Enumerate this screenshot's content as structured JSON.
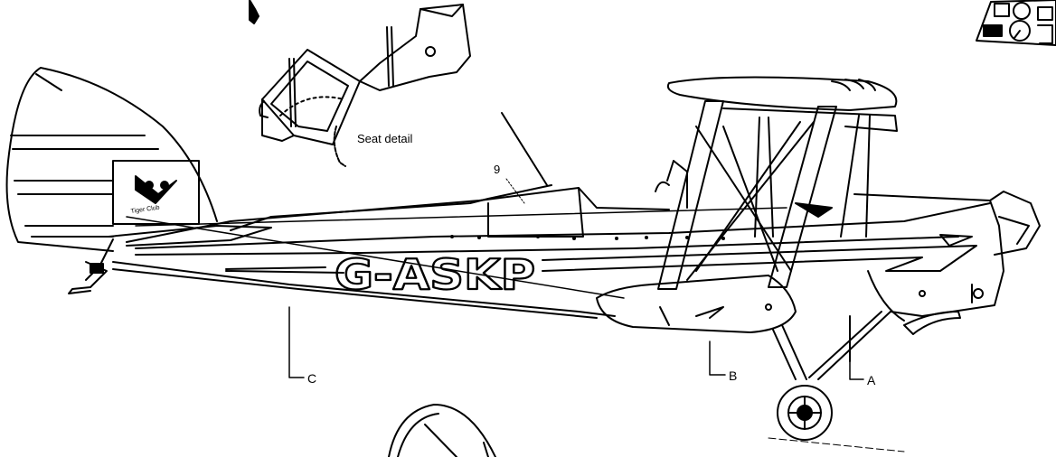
{
  "labels": {
    "seat_detail": "Seat detail",
    "callout_9": "9",
    "section_a": "A",
    "section_b": "B",
    "section_c": "C"
  },
  "aircraft": {
    "registration": "G-ASKP",
    "fin_logo": "Tiger Club"
  },
  "colors": {
    "ink": "#000000",
    "paper": "#ffffff"
  }
}
